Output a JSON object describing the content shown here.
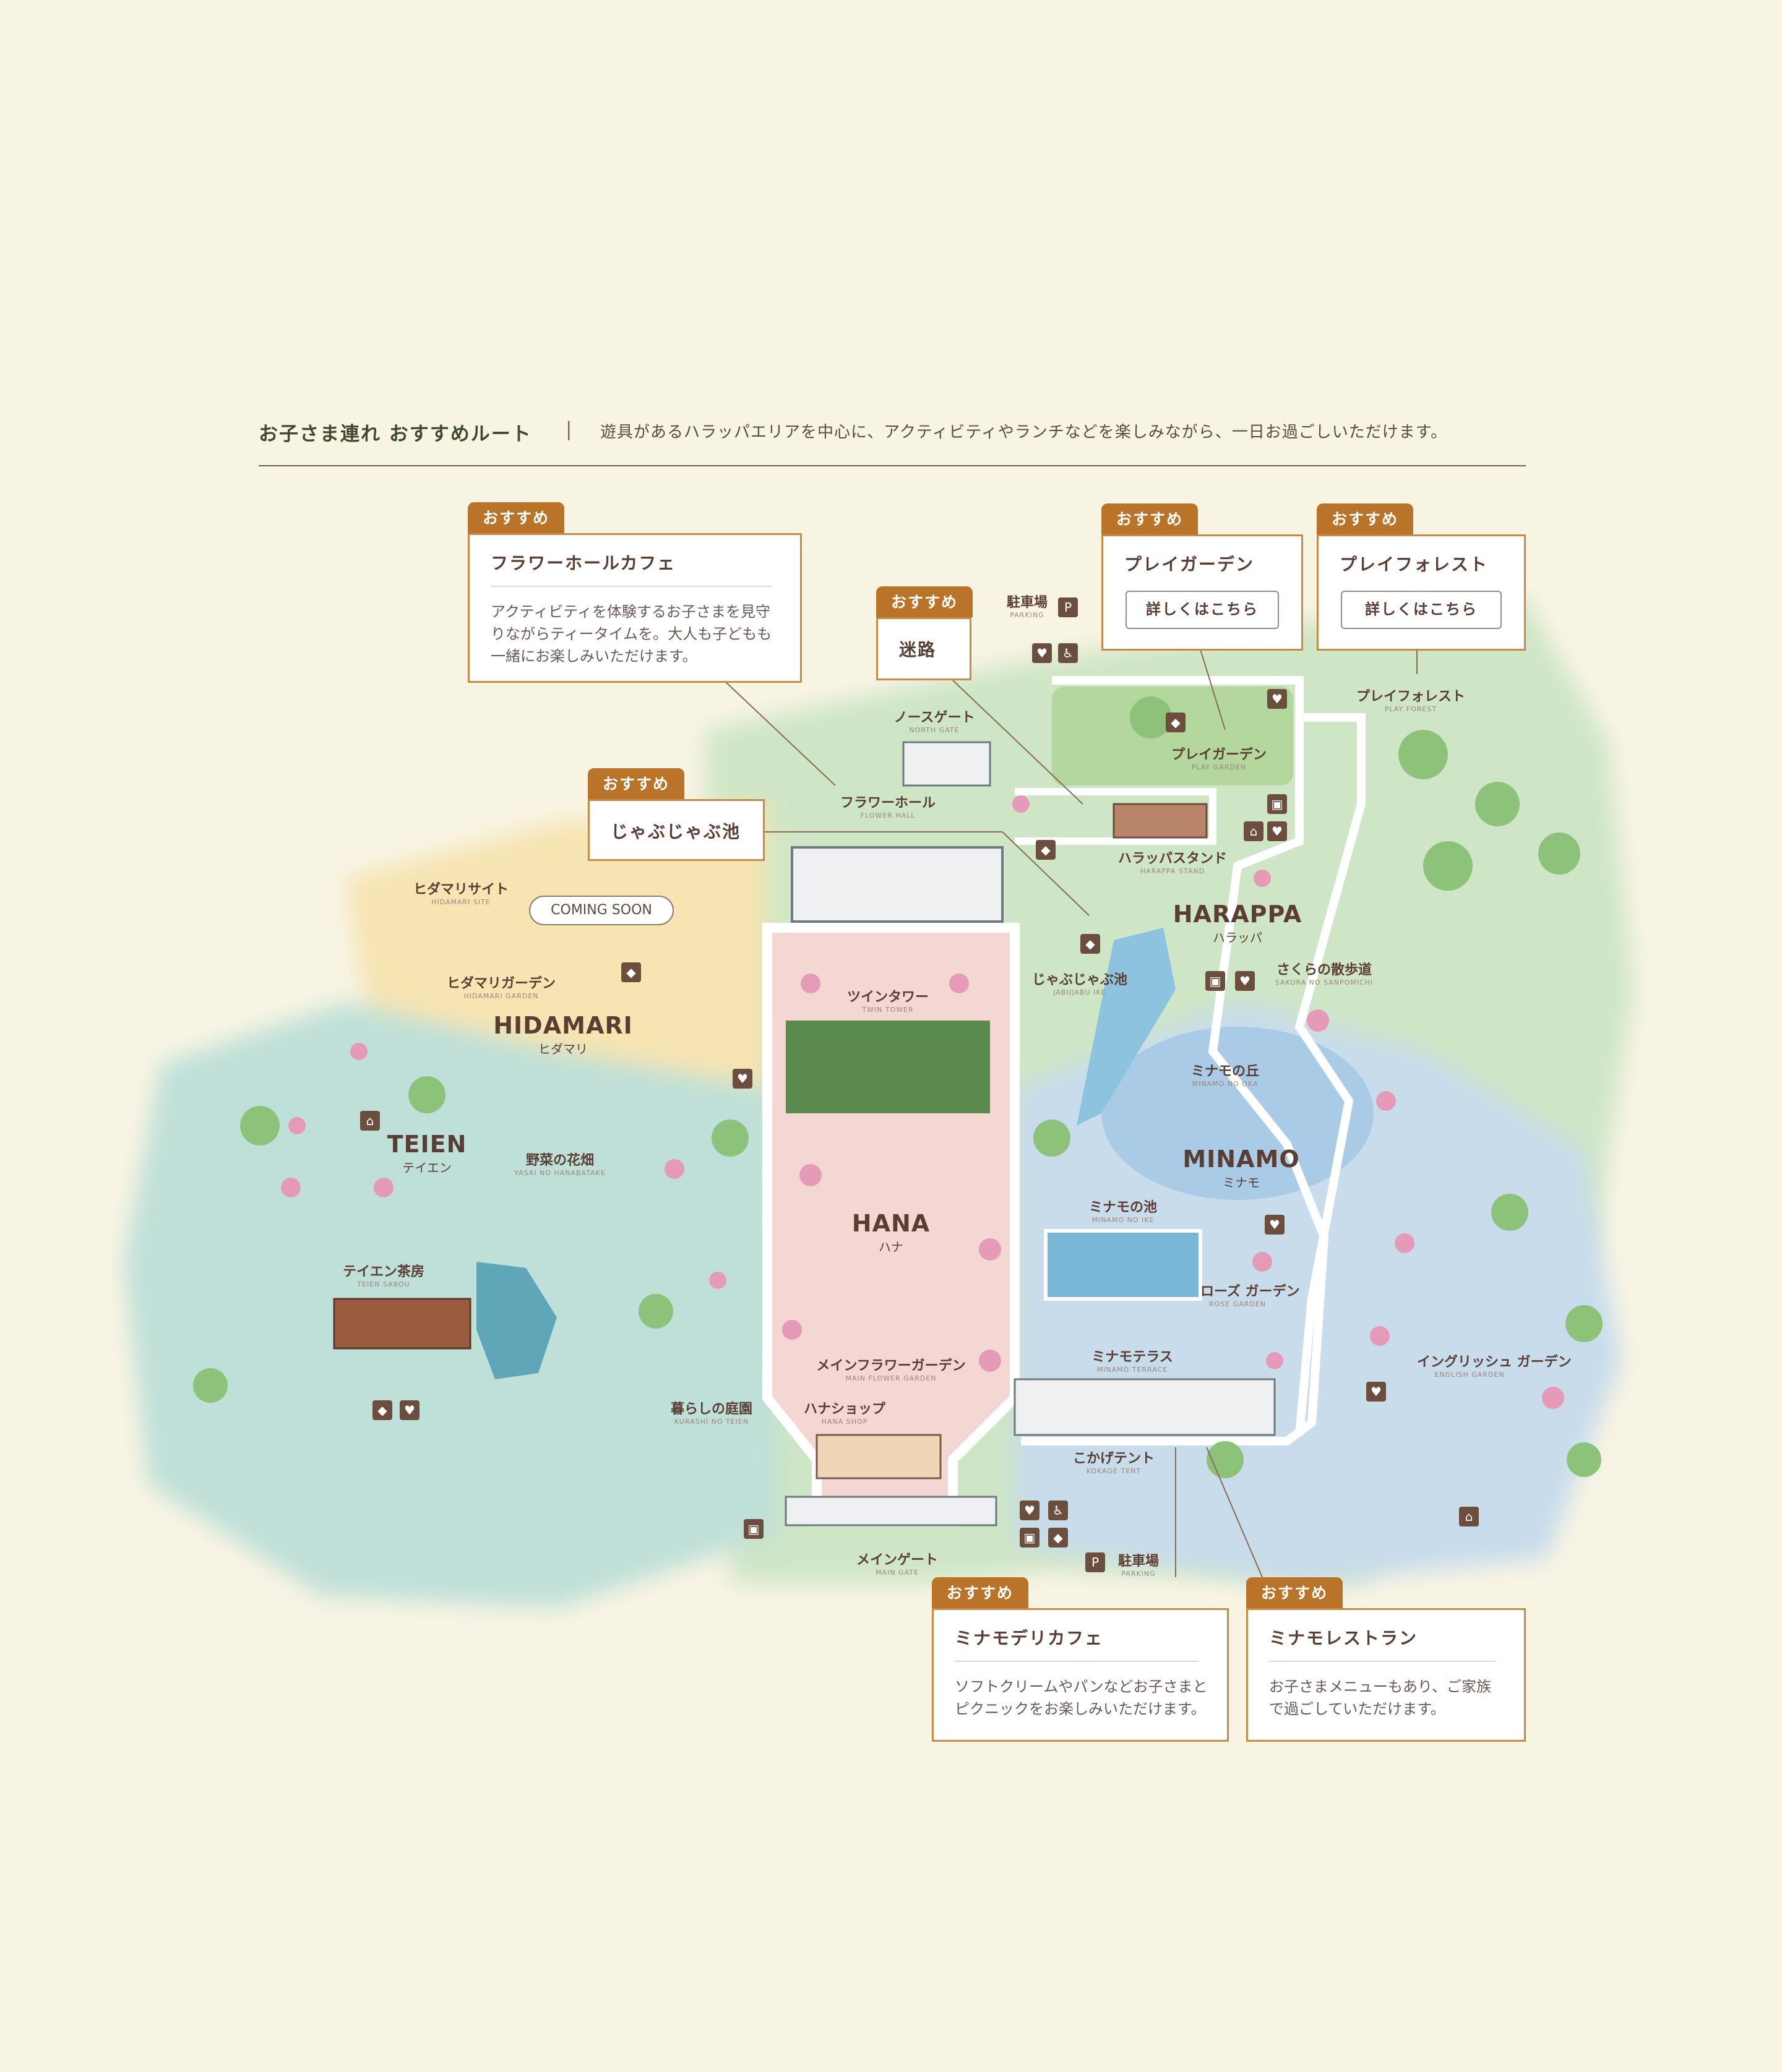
{
  "header": {
    "title": "お子さま連れ おすすめルート",
    "separator": "|",
    "description": "遊具があるハラッパエリアを中心に、アクティビティやランチなどを楽しみながら、一日お過ごしいただけます。"
  },
  "callouts": {
    "flower_cafe": {
      "tag": "おすすめ",
      "title": "フラワーホールカフェ",
      "desc": "アクティビティを体験するお子さまを見守りながらティータイムを。大人も子どもも一緒にお楽しみいただけます。"
    },
    "meiro": {
      "tag": "おすすめ",
      "title": "迷路"
    },
    "jabujabu": {
      "tag": "おすすめ",
      "title": "じゃぶじゃぶ池"
    },
    "play_garden": {
      "tag": "おすすめ",
      "title": "プレイガーデン",
      "button": "詳しくはこちら"
    },
    "play_forest": {
      "tag": "おすすめ",
      "title": "プレイフォレスト",
      "button": "詳しくはこちら"
    },
    "minamo_deli": {
      "tag": "おすすめ",
      "title": "ミナモデリカフェ",
      "desc": "ソフトクリームやパンなどお子さまとピクニックをお楽しみいただけます。"
    },
    "minamo_restaurant": {
      "tag": "おすすめ",
      "title": "ミナモレストラン",
      "desc": "お子さまメニューもあり、ご家族で過ごしていただけます。"
    }
  },
  "zones": {
    "hidamari": {
      "en": "HIDAMARI",
      "jp": "ヒダマリ"
    },
    "teien": {
      "en": "TEIEN",
      "jp": "テイエン"
    },
    "hana": {
      "en": "HANA",
      "jp": "ハナ"
    },
    "harappa": {
      "en": "HARAPPA",
      "jp": "ハラッパ"
    },
    "minamo": {
      "en": "MINAMO",
      "jp": "ミナモ"
    }
  },
  "labels": {
    "parking_north": {
      "jp": "駐車場",
      "en": "PARKING"
    },
    "north_gate": {
      "jp": "ノースゲート",
      "en": "NORTH GATE"
    },
    "flower_hall": {
      "jp": "フラワーホール",
      "en": "FLOWER HALL"
    },
    "play_garden": {
      "jp": "プレイガーデン",
      "en": "PLAY GARDEN"
    },
    "play_forest": {
      "jp": "プレイフォレスト",
      "en": "PLAY FOREST"
    },
    "harappa_stand": {
      "jp": "ハラッパスタンド",
      "en": "HARAPPA STAND"
    },
    "hidamari_site": {
      "jp": "ヒダマリサイト",
      "en": "HIDAMARI SITE"
    },
    "coming_soon": "COMING SOON",
    "hidamari_garden": {
      "jp": "ヒダマリガーデン",
      "en": "HIDAMARI GARDEN"
    },
    "twin_tower": {
      "jp": "ツインタワー",
      "en": "TWIN TOWER"
    },
    "jabujabu_ike": {
      "jp": "じゃぶじゃぶ池",
      "en": "JABUJABU IKE"
    },
    "sakura": {
      "jp": "さくらの散歩道",
      "en": "SAKURA NO SANPOMICHI"
    },
    "minamo_oka": {
      "jp": "ミナモの丘",
      "en": "MINAMO NO OKA"
    },
    "yasai": {
      "jp": "野菜の花畑",
      "en": "YASAI NO HANABATAKE"
    },
    "minamo_ike": {
      "jp": "ミナモの池",
      "en": "MINAMO NO IKE"
    },
    "teien_sabou": {
      "jp": "テイエン茶房",
      "en": "TEIEN SABOU"
    },
    "rose_garden": {
      "jp": "ローズ ガーデン",
      "en": "ROSE GARDEN"
    },
    "english_garden": {
      "jp": "イングリッシュ ガーデン",
      "en": "ENGLISH GARDEN"
    },
    "main_flower_garden": {
      "jp": "メインフラワーガーデン",
      "en": "MAIN FLOWER GARDEN"
    },
    "minamo_terrace": {
      "jp": "ミナモテラス",
      "en": "MINAMO TERRACE"
    },
    "hana_shop": {
      "jp": "ハナショップ",
      "en": "HANA SHOP"
    },
    "kurashi": {
      "jp": "暮らしの庭園",
      "en": "KURASHI NO TEIEN"
    },
    "kokage": {
      "jp": "こかげテント",
      "en": "KOKAGE TENT"
    },
    "parking_south": {
      "jp": "駐車場",
      "en": "PARKING"
    },
    "main_gate": {
      "jp": "メインゲート",
      "en": "MAIN GATE"
    }
  },
  "colors": {
    "tag": "#b9742a",
    "border": "#c98a48",
    "hana": "#f4d6d2",
    "teien": "#bfe0d8",
    "minamo": "#c8dcec",
    "hidamari": "#f6e4b2",
    "harappa": "#cfe6c6"
  }
}
